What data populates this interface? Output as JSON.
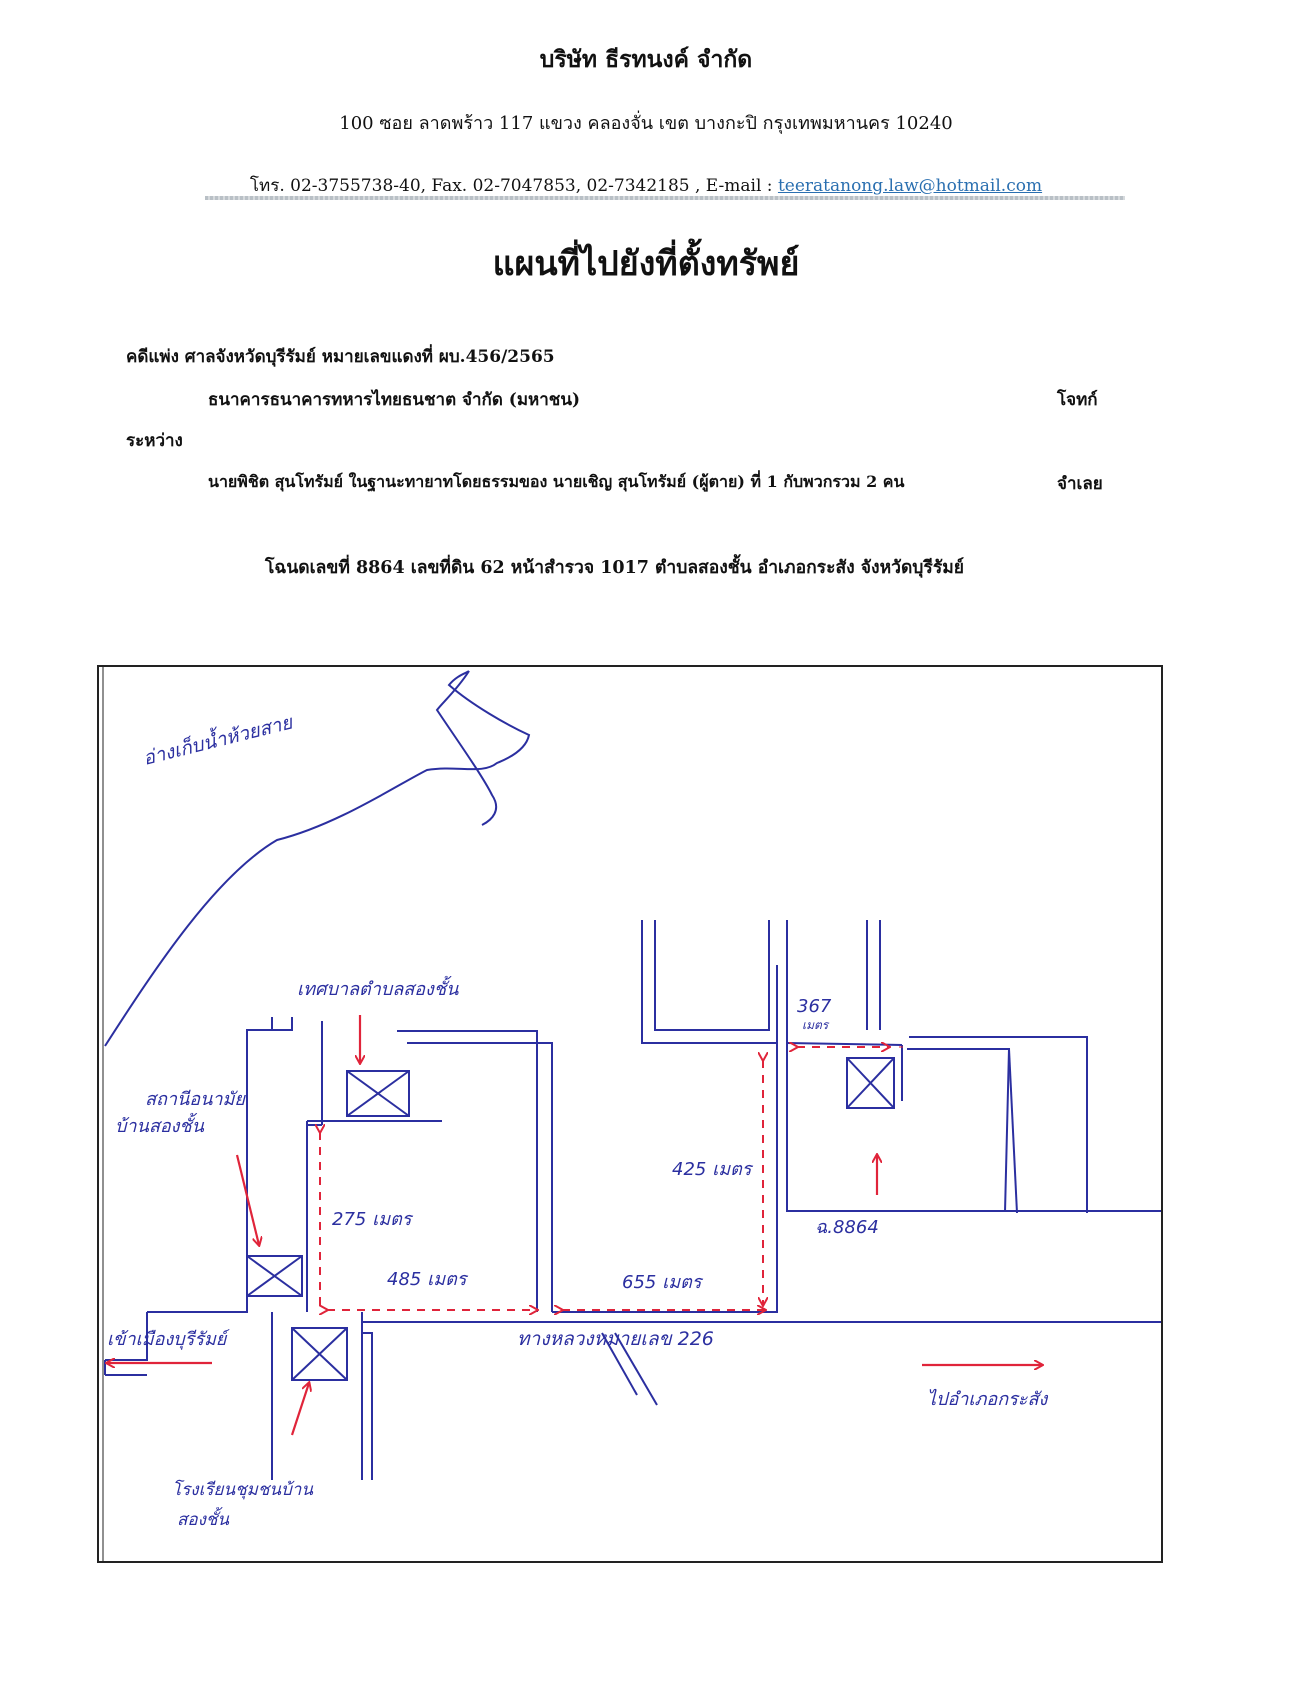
{
  "header": {
    "company": "บริษัท ธีรทนงค์ จำกัด",
    "address": "100 ซอย ลาดพร้าว 117 แขวง คลองจั่น เขต บางกะปิ กรุงเทพมหานคร 10240",
    "contact_prefix": "โทร. 02-3755738-40, Fax. 02-7047853, 02-7342185 , E-mail : ",
    "email": "teeratanong.law@hotmail.com"
  },
  "title": "แผนที่ไปยังที่ตั้งทรัพย์",
  "case": {
    "line": "คดีแพ่ง ศาลจังหวัดบุรีรัมย์ หมายเลขแดงที่ ผบ.456/2565",
    "plaintiff": "ธนาคารธนาคารทหารไทยธนชาต จำกัด (มหาชน)",
    "plaintiff_role": "โจทก์",
    "between": "ระหว่าง",
    "defendant": "นายพิชิต สุนโทรัมย์ ในฐานะทายาทโดยธรรมของ นายเชิญ สุนโทรัมย์ (ผู้ตาย) ที่ 1 กับพวกรวม 2 คน",
    "defendant_role": "จำเลย",
    "deed": "โฉนดเลขที่ 8864 เลขที่ดิน 62 หน้าสำรวจ 1017 ตำบลสองชั้น อำเภอกระสัง จังหวัดบุรีรัมย์"
  },
  "map": {
    "labels": {
      "reservoir": "อ่างเก็บน้ำห้วยสาย",
      "municipality": "เทศบาลตำบลสองชั้น",
      "health_center_1": "สถานีอนามัย",
      "health_center_2": "บ้านสองชั้น",
      "to_city": "เข้าเมืองบุรีรัมย์",
      "to_district": "ไปอำเภอกระสัง",
      "road": "ทางหลวงหมายเลข 226",
      "school_1": "โรงเรียนชุมชนบ้าน",
      "school_2": "สองชั้น",
      "dist_275": "275 เมตร",
      "dist_485": "485 เมตร",
      "dist_655": "655 เมตร",
      "dist_425": "425 เมตร",
      "dist_367_num": "367",
      "dist_367_unit": "เมตร",
      "property": "ฉ.8864"
    },
    "colors": {
      "ink": "#2b2fa0",
      "arrow": "#e0243a"
    }
  }
}
